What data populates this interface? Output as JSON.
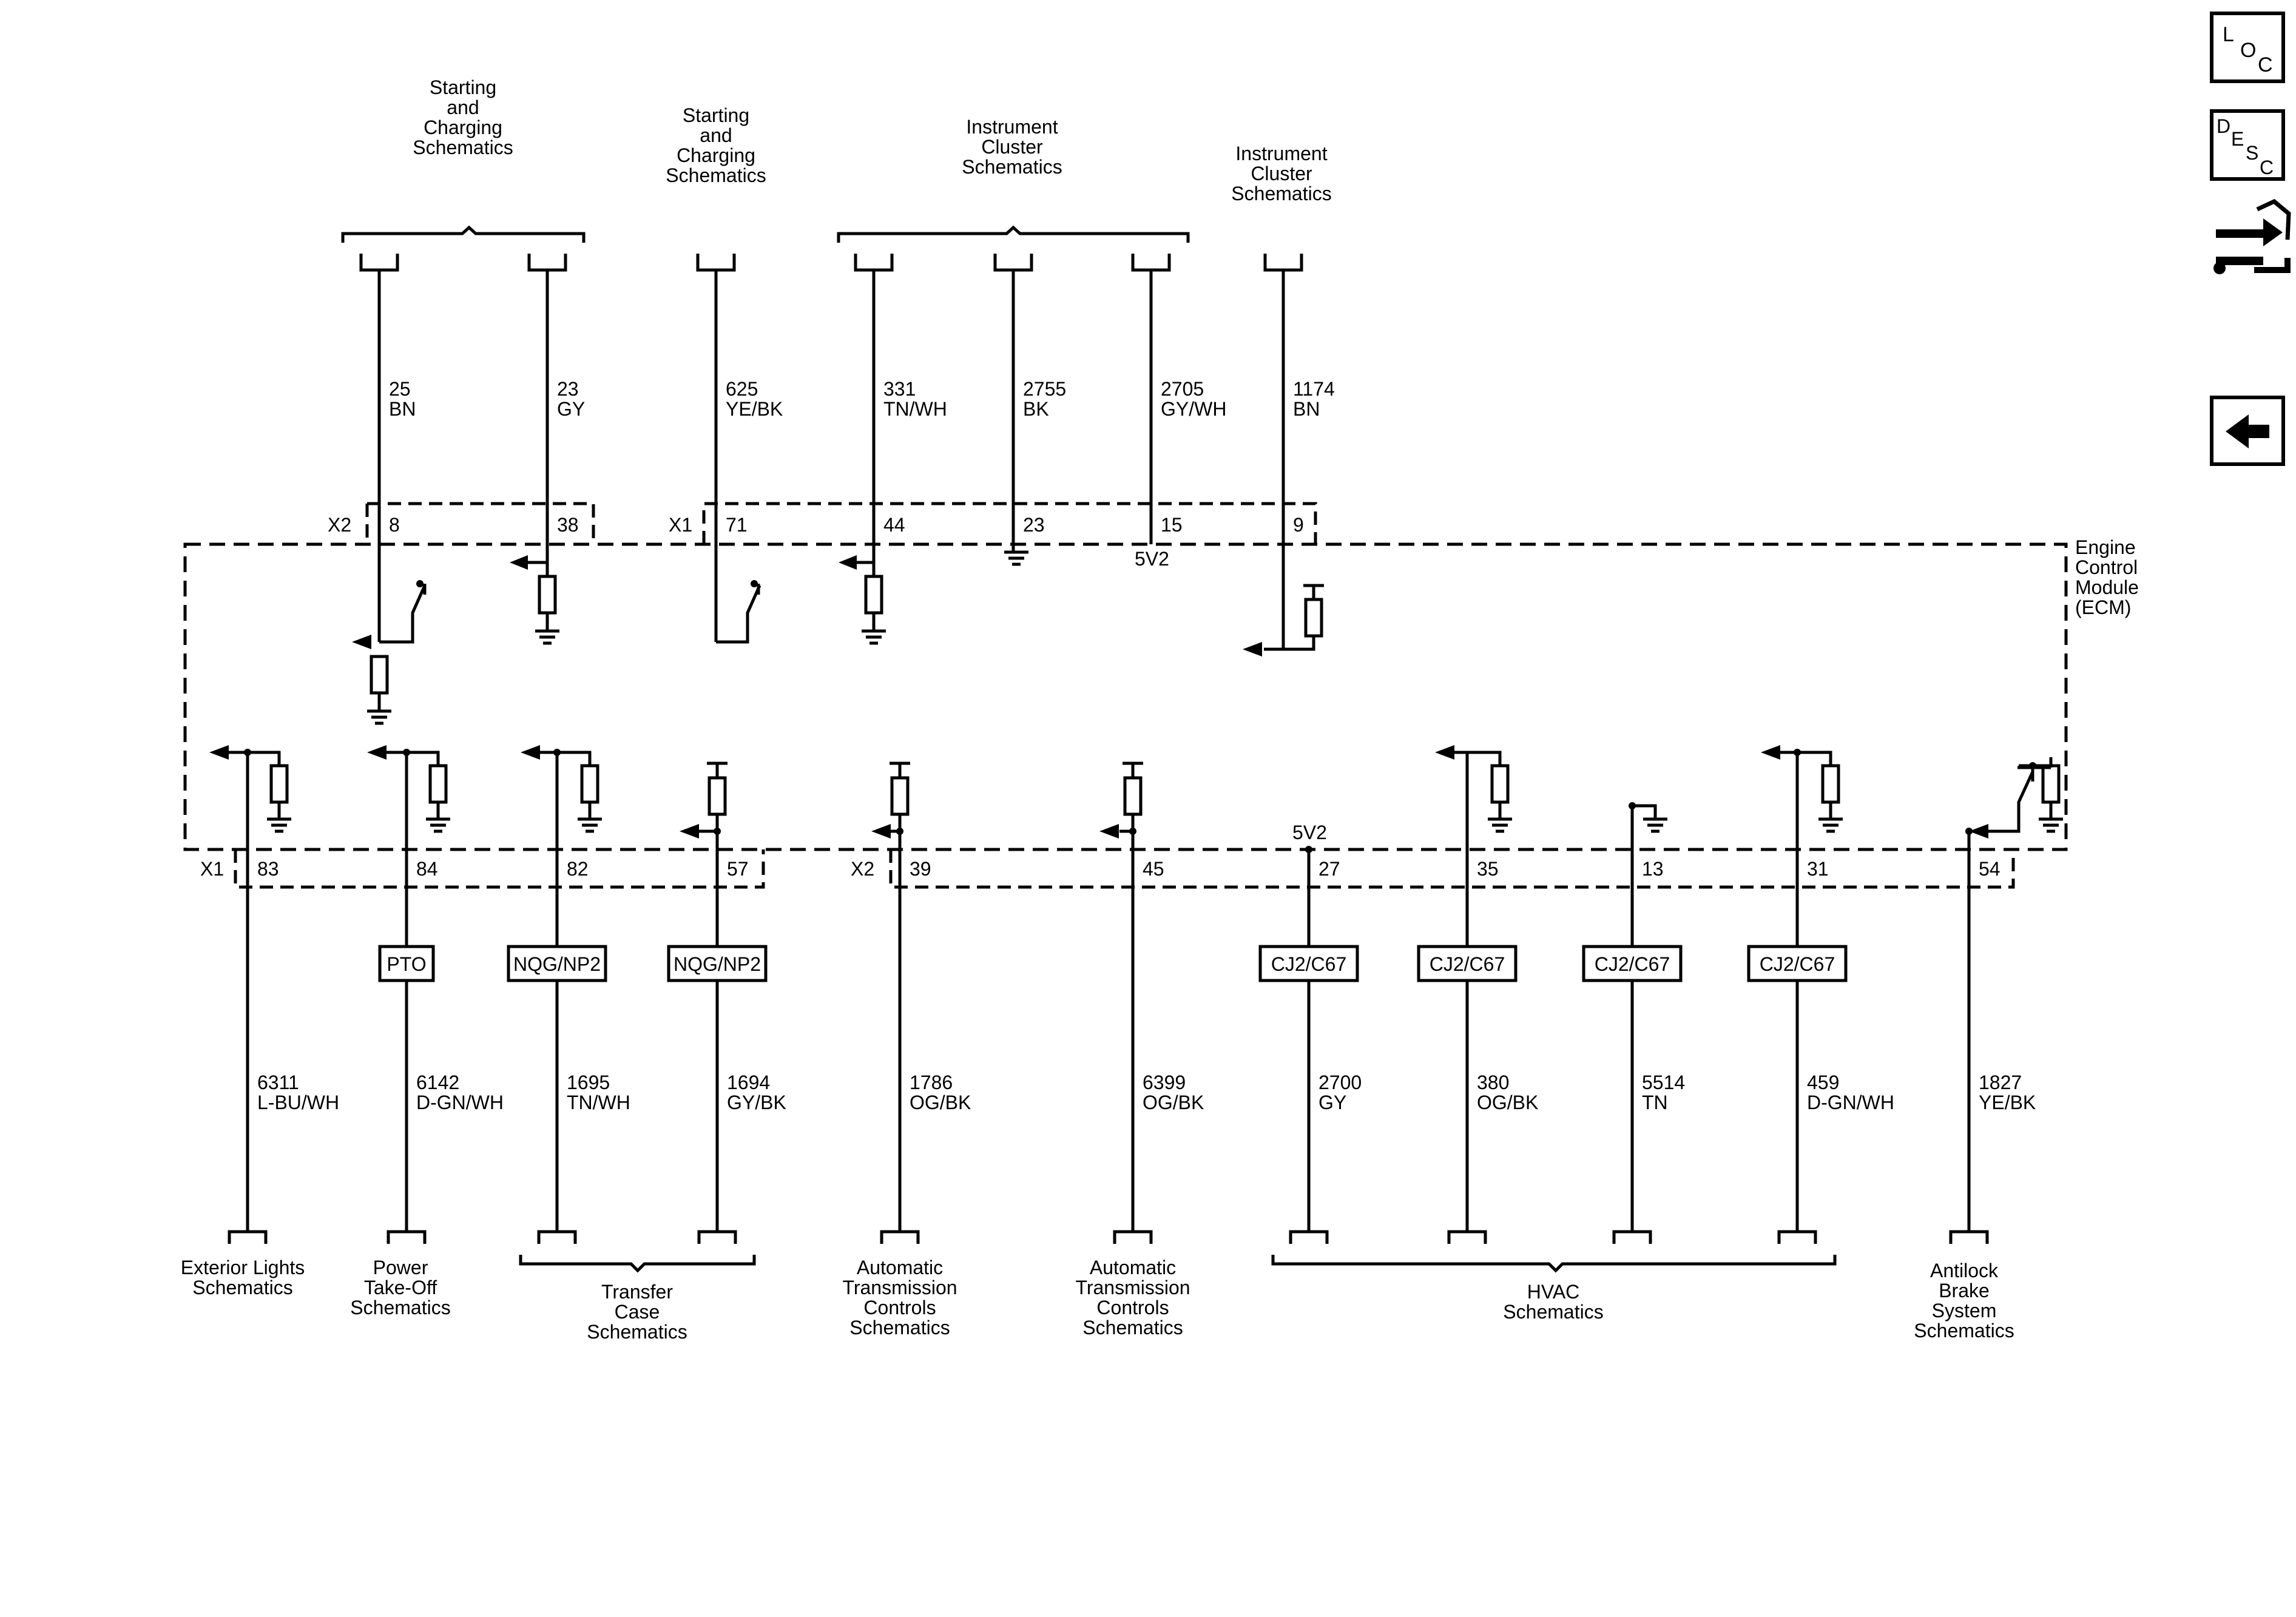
{
  "nav": {
    "loc": [
      "L",
      "O",
      "C"
    ],
    "desc": [
      "D",
      "E",
      "S",
      "C"
    ],
    "ref_icon": "connector-reference-icon",
    "back_icon": "back-arrow-icon"
  },
  "module": {
    "lines": [
      "Engine",
      "Control",
      "Module",
      "(ECM)"
    ]
  },
  "connectors": {
    "top_x2": "X2",
    "top_x1": "X1",
    "bot_x1": "X1",
    "bot_x2": "X2"
  },
  "labels": {
    "top_5v2": "5V2",
    "bot_5v2": "5V2"
  },
  "dest_top": [
    {
      "lines": [
        "Starting",
        "and",
        "Charging",
        "Schematics"
      ]
    },
    {
      "lines": [
        "Starting",
        "and",
        "Charging",
        "Schematics"
      ]
    },
    {
      "lines": [
        "Instrument",
        "Cluster",
        "Schematics"
      ]
    },
    {
      "lines": [
        "Instrument",
        "Cluster",
        "Schematics"
      ]
    }
  ],
  "dest_bottom": [
    {
      "lines": [
        "Exterior Lights",
        "Schematics"
      ]
    },
    {
      "lines": [
        "Power",
        "Take-Off",
        "Schematics"
      ]
    },
    {
      "lines": [
        "Transfer",
        "Case",
        "Schematics"
      ]
    },
    {
      "lines": [
        "Automatic",
        "Transmission",
        "Controls",
        "Schematics"
      ]
    },
    {
      "lines": [
        "Automatic",
        "Transmission",
        "Controls",
        "Schematics"
      ]
    },
    {
      "lines": [
        "HVAC",
        "Schematics"
      ]
    },
    {
      "lines": [
        "Antilock",
        "Brake",
        "System",
        "Schematics"
      ]
    }
  ],
  "top_wires": [
    {
      "circuit": "25",
      "color": "BN",
      "pin": "8"
    },
    {
      "circuit": "23",
      "color": "GY",
      "pin": "38"
    },
    {
      "circuit": "625",
      "color": "YE/BK",
      "pin": "71"
    },
    {
      "circuit": "331",
      "color": "TN/WH",
      "pin": "44"
    },
    {
      "circuit": "2755",
      "color": "BK",
      "pin": "23"
    },
    {
      "circuit": "2705",
      "color": "GY/WH",
      "pin": "15"
    },
    {
      "circuit": "1174",
      "color": "BN",
      "pin": "9"
    }
  ],
  "bottom_wires": [
    {
      "circuit": "6311",
      "color": "L-BU/WH",
      "pin": "83",
      "option": ""
    },
    {
      "circuit": "6142",
      "color": "D-GN/WH",
      "pin": "84",
      "option": "PTO"
    },
    {
      "circuit": "1695",
      "color": "TN/WH",
      "pin": "82",
      "option": "NQG/NP2"
    },
    {
      "circuit": "1694",
      "color": "GY/BK",
      "pin": "57",
      "option": "NQG/NP2"
    },
    {
      "circuit": "1786",
      "color": "OG/BK",
      "pin": "39",
      "option": ""
    },
    {
      "circuit": "6399",
      "color": "OG/BK",
      "pin": "45",
      "option": ""
    },
    {
      "circuit": "2700",
      "color": "GY",
      "pin": "27",
      "option": "CJ2/C67"
    },
    {
      "circuit": "380",
      "color": "OG/BK",
      "pin": "35",
      "option": "CJ2/C67"
    },
    {
      "circuit": "5514",
      "color": "TN",
      "pin": "13",
      "option": "CJ2/C67"
    },
    {
      "circuit": "459",
      "color": "D-GN/WH",
      "pin": "31",
      "option": "CJ2/C67"
    },
    {
      "circuit": "1827",
      "color": "YE/BK",
      "pin": "54",
      "option": ""
    }
  ]
}
